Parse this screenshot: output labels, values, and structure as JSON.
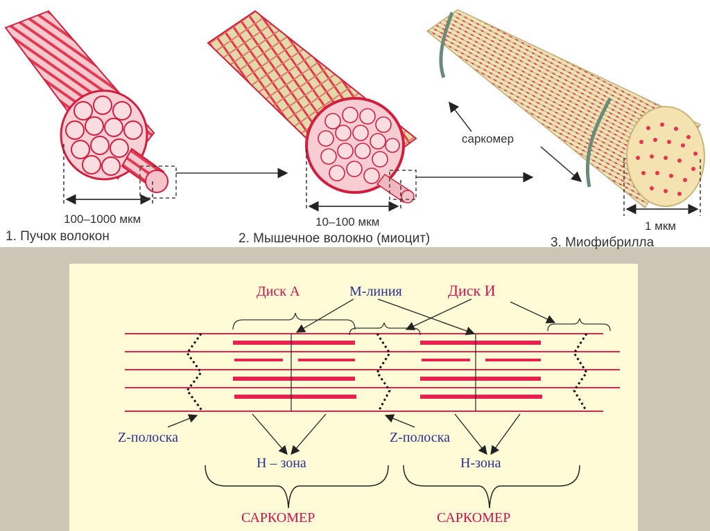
{
  "top": {
    "panel1": {
      "caption": "1. Пучок волокон",
      "measure": "100–1000 мкм"
    },
    "panel2": {
      "caption": "2. Мышечное волокно (миоцит)",
      "measure": "10–100 мкм"
    },
    "panel3": {
      "caption": "3. Миофибрилла",
      "measure": "1 мкм",
      "sarcomere": "саркомер"
    }
  },
  "bottom": {
    "disk_a": "Диск А",
    "m_line": "М-линия",
    "disk_i": "Диск И",
    "z_left": "Z-полоска",
    "z_right": "Z-полоска",
    "h_left": "H – зона",
    "h_right": "Н-зона",
    "sarc_left": "САРКОМЕР",
    "sarc_right": "САРКОМЕР"
  },
  "colors": {
    "fiber": "#e8224e",
    "label_red": "#d0124c",
    "label_blue": "#2a2f8a",
    "line": "#222222"
  }
}
